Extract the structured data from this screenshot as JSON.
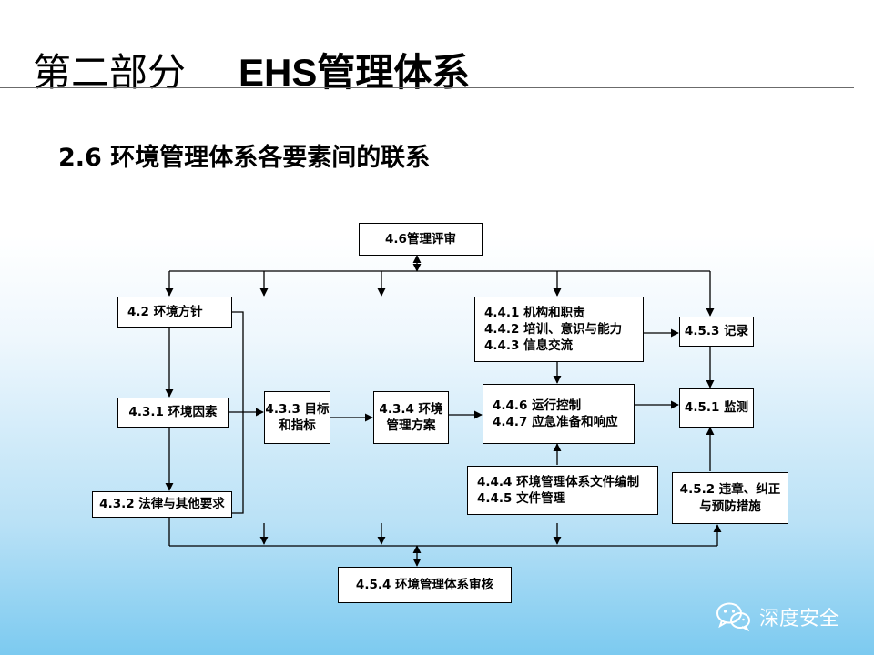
{
  "slide": {
    "title_cn": "第二部分",
    "title_en": "EHS管理体系",
    "subtitle": "2.6  环境管理体系各要素间的联系"
  },
  "nodes": {
    "mgmt_review": "4.6管理评审",
    "env_policy": "4.2 环境方针",
    "env_factors": "4.3.1 环境因素",
    "legal_req": "4.3.2 法律与其他要求",
    "objectives": [
      "4.3.3 目标",
      "和指标"
    ],
    "program": [
      "4.3.4 环境",
      "管理方案"
    ],
    "structure": [
      "4.4.1 机构和职责",
      "4.4.2 培训、意识与能力",
      "4.4.3 信息交流"
    ],
    "operation": [
      "4.4.6 运行控制",
      "4.4.7 应急准备和响应"
    ],
    "documents": [
      "4.4.4 环境管理体系文件编制",
      "4.4.5 文件管理"
    ],
    "records": "4.5.3 记录",
    "monitoring": "4.5.1 监测",
    "nonconformance": [
      "4.5.2 违章、纠正",
      "与预防措施"
    ],
    "audit": "4.5.4 环境管理体系审核"
  },
  "watermark": {
    "icon": "wechat-icon",
    "text": "深度安全",
    "color": "#ffffff"
  },
  "colors": {
    "box_border": "#000000",
    "box_fill": "#ffffff",
    "title_rule": "#6b6b6b"
  }
}
